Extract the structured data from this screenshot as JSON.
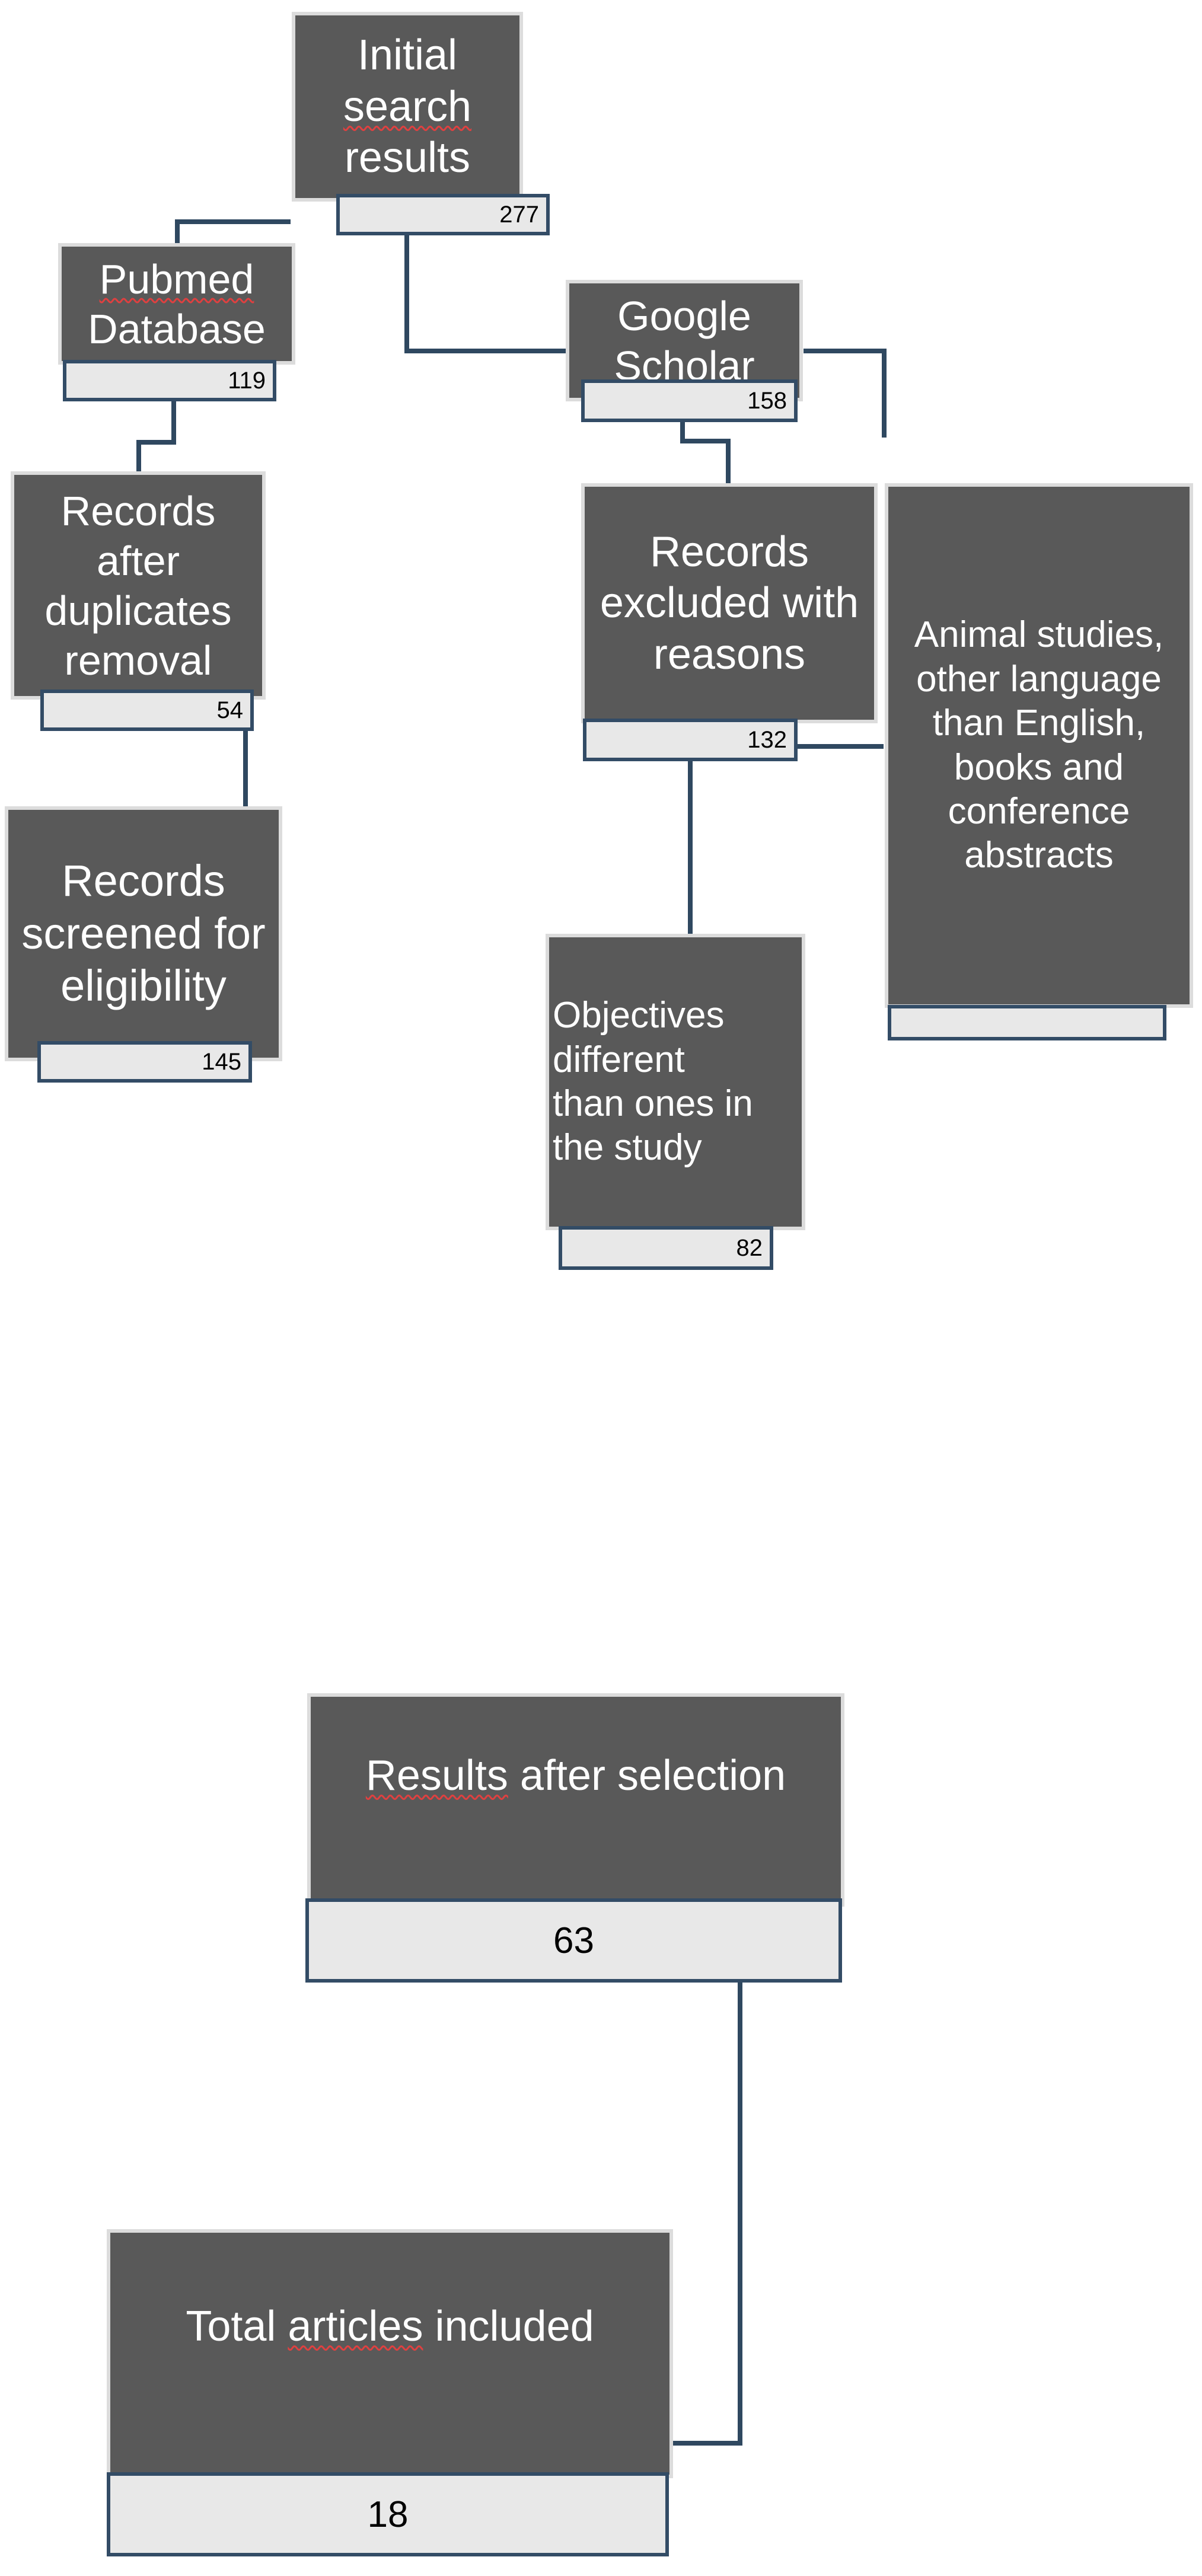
{
  "initial": {
    "line1": "Initial",
    "line2": "search",
    "line3": "results",
    "count": "277"
  },
  "pubmed": {
    "line1": "Pubmed",
    "line2": "Database",
    "count": "119"
  },
  "google": {
    "line1": "Google",
    "line2": "Scholar",
    "count": "158"
  },
  "duplicates": {
    "line1": "Records",
    "line2": "after",
    "line3": "duplicates",
    "line4": "removal",
    "count": "54"
  },
  "screened": {
    "line1": "Records",
    "line2": "screened for",
    "line3": "eligibility",
    "count": "145"
  },
  "excluded": {
    "line1": "Records",
    "line2": "excluded with",
    "line3": "reasons",
    "count": "132"
  },
  "animal": {
    "line1": "Animal studies,",
    "line2": "other language",
    "line3": "than English,",
    "line4": "books and",
    "line5": "conference",
    "line6": "abstracts",
    "count": ""
  },
  "objectives": {
    "line1": "Objectives",
    "line2": "different",
    "line3": "than ones in",
    "line4": "the study",
    "count": "82"
  },
  "selection": {
    "word1": "Results",
    "rest": " after selection",
    "count": "63"
  },
  "total": {
    "pre": "Total ",
    "word": "articles",
    "post": " included",
    "count": "18"
  },
  "colors": {
    "box_fill": "#595959",
    "box_border": "#dcdcdc",
    "count_fill": "#e8e8e8",
    "count_border": "#334c66",
    "connector": "#2f4860"
  }
}
